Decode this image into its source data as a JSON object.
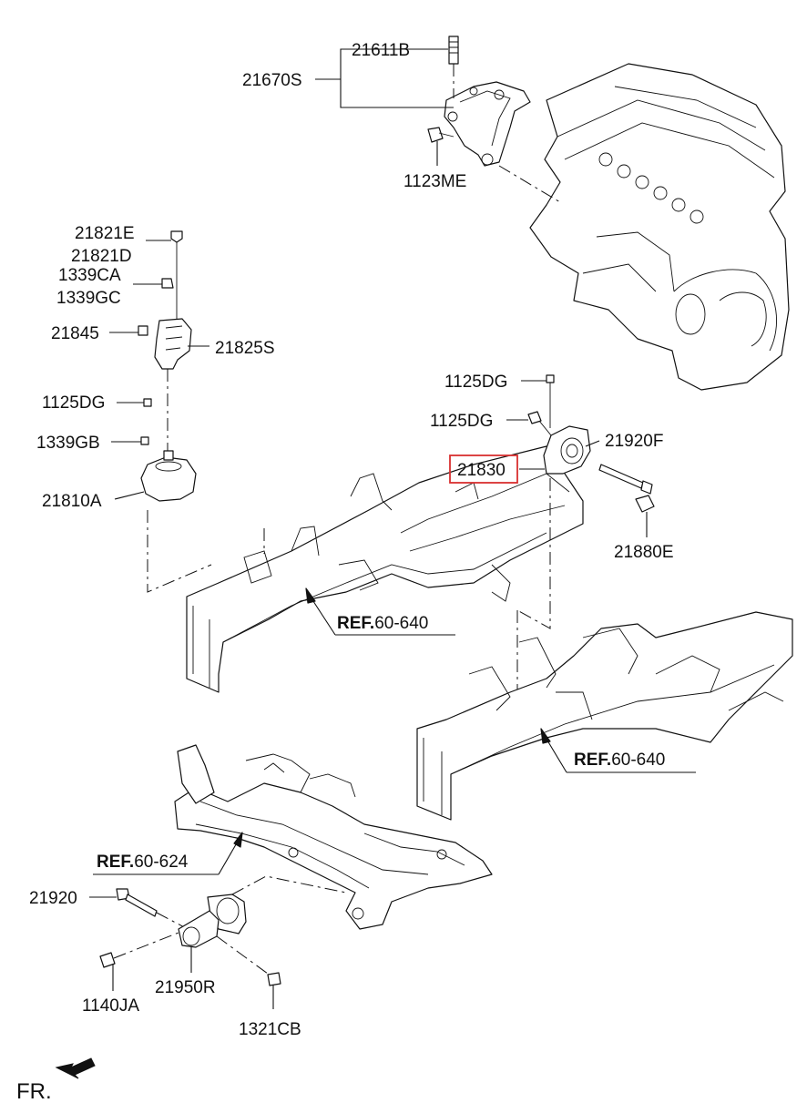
{
  "labels": {
    "p21611B": "21611B",
    "p21670S": "21670S",
    "p1123ME": "1123ME",
    "p21821E": "21821E",
    "p21821D": "21821D",
    "p1339CA": "1339CA",
    "p1339GC": "1339GC",
    "p21845": "21845",
    "p21825S": "21825S",
    "p1125DG_a": "1125DG",
    "p1339GB": "1339GB",
    "p21810A": "21810A",
    "p1125DG_b": "1125DG",
    "p1125DG_c": "1125DG",
    "p21920F": "21920F",
    "p21830": "21830",
    "p21880E": "21880E",
    "p21920": "21920",
    "p21950R": "21950R",
    "p1140JA": "1140JA",
    "p1321CB": "1321CB"
  },
  "refs": {
    "ref1": {
      "bold": "REF.",
      "code": "60-640"
    },
    "ref2": {
      "bold": "REF.",
      "code": "60-640"
    },
    "ref3": {
      "bold": "REF.",
      "code": "60-624"
    }
  },
  "direction": "FR.",
  "highlight_color": "#d93030"
}
